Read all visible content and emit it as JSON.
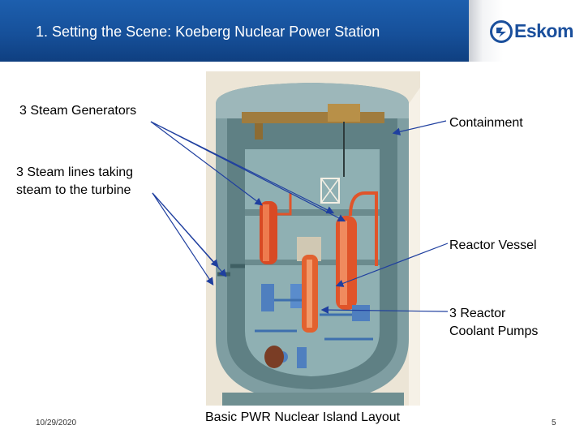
{
  "slide": {
    "title": "1. Setting the Scene: Koeberg Nuclear Power Station",
    "logo_text": "Eskom",
    "labels": {
      "steam_generators": "3 Steam Generators",
      "steam_lines_1": "3 Steam lines taking",
      "steam_lines_2": "steam to the turbine",
      "containment": "Containment",
      "reactor_vessel": "Reactor Vessel",
      "pumps_1": "3 Reactor",
      "pumps_2": "Coolant Pumps"
    },
    "caption": "Basic PWR Nuclear Island Layout",
    "date": "10/29/2020",
    "page_number": "5"
  },
  "colors": {
    "title_bar": "#16509a",
    "brand_blue": "#1a4f9c",
    "containment_gray": "#7f9ea2",
    "component_orange": "#e0542a",
    "pump_blue": "#4f7fbf",
    "arrow_blue": "#1f3f9f"
  }
}
